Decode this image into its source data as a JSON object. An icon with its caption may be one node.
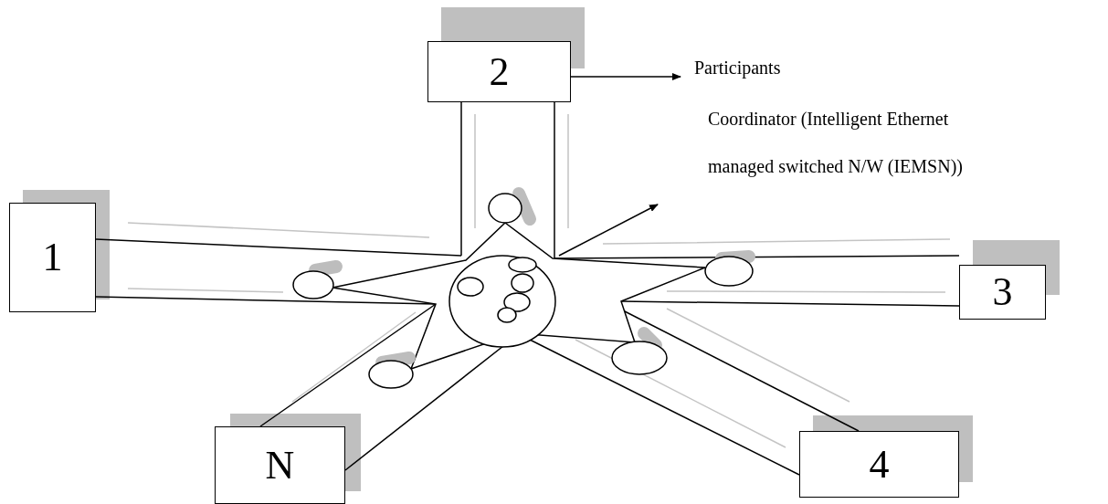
{
  "diagram": {
    "nodes": [
      {
        "text": [
          "1"
        ]
      },
      {
        "text": [
          "2"
        ]
      },
      {
        "text": [
          "3"
        ]
      },
      {
        "text": [
          "4"
        ]
      },
      {
        "text": [
          "N"
        ]
      },
      {
        "text": [
          "Participants"
        ]
      },
      {
        "text": [
          "Coordinator (Intelligent Ethernet managed switched N/W (IEMSN))"
        ]
      },
      {
        "text": [],
        "shape": "star"
      },
      {
        "text": [],
        "shape": "ellipse",
        "in": 7
      },
      {
        "text": [],
        "shape": "ellipse",
        "in": 8
      },
      {
        "text": [],
        "shape": "ellipse",
        "in": 8
      },
      {
        "text": [],
        "shape": "ellipse",
        "in": 8
      },
      {
        "text": [],
        "shape": "ellipse",
        "in": 8
      },
      {
        "text": [],
        "shape": "ellipse",
        "in": 8
      },
      {
        "text": [],
        "shape": "ellipse"
      },
      {
        "text": [],
        "shape": "ellipse"
      },
      {
        "text": [],
        "shape": "ellipse"
      },
      {
        "text": [],
        "shape": "ellipse"
      },
      {
        "text": [],
        "shape": "ellipse"
      }
    ],
    "edges": [
      {
        "from": 1,
        "to": 5,
        "arrow": "to"
      },
      {
        "from": 7,
        "to": 6,
        "arrow": "to"
      },
      {
        "from": 0,
        "to": 7,
        "arrow": "none"
      },
      {
        "from": 0,
        "to": 7,
        "arrow": "none"
      },
      {
        "from": 1,
        "to": 7,
        "arrow": "none"
      },
      {
        "from": 1,
        "to": 7,
        "arrow": "none"
      },
      {
        "from": 2,
        "to": 7,
        "arrow": "none"
      },
      {
        "from": 2,
        "to": 7,
        "arrow": "none"
      },
      {
        "from": 3,
        "to": 7,
        "arrow": "none"
      },
      {
        "from": 3,
        "to": 7,
        "arrow": "none"
      },
      {
        "from": 4,
        "to": 7,
        "arrow": "none"
      },
      {
        "from": 4,
        "to": 7,
        "arrow": "none"
      }
    ]
  }
}
